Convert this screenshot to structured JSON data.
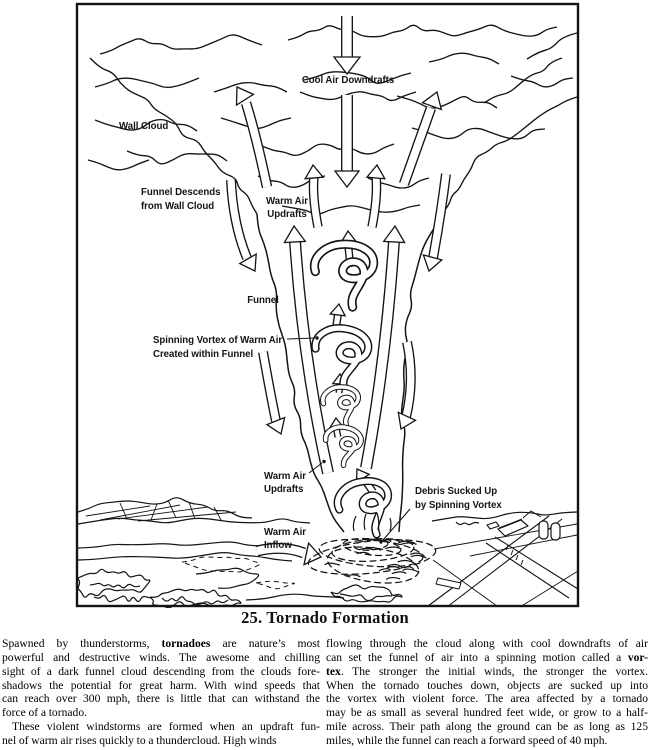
{
  "figure": {
    "caption": "25. Tornado Formation",
    "labels": {
      "cool_air_downdrafts": "Cool Air Downdrafts",
      "wall_cloud": "Wall Cloud",
      "funnel_descends_line1": "Funnel Descends",
      "funnel_descends_line2": "from Wall Cloud",
      "warm_air_updrafts_upper_line1": "Warm Air",
      "warm_air_updrafts_upper_line2": "Updrafts",
      "funnel": "Funnel",
      "spinning_vortex_line1": "Spinning Vortex of Warm Air",
      "spinning_vortex_line2": "Created within Funnel",
      "warm_air_updrafts_lower_line1": "Warm Air",
      "warm_air_updrafts_lower_line2": "Updrafts",
      "debris_line1": "Debris Sucked Up",
      "debris_line2": "by Spinning Vortex",
      "warm_air_inflow_line1": "Warm Air",
      "warm_air_inflow_line2": "Inflow"
    },
    "colors": {
      "ink": "#141414",
      "paper": "#ffffff"
    }
  },
  "article": {
    "columns": [
      {
        "lines": [
          {
            "t": "Spawned by thunderstorms, **tornadoes** are nature’s most",
            "j": true
          },
          {
            "t": "powerful and destructive winds. The awesome and chilling",
            "j": true
          },
          {
            "t": "sight of a dark funnel cloud descending from the clouds fore-",
            "j": true
          },
          {
            "t": "shadows the potential for great harm. With wind speeds that",
            "j": true
          },
          {
            "t": "can reach over 300 mph, there is little that can withstand the",
            "j": true
          },
          {
            "t": "force of a tornado.",
            "j": false
          },
          {
            "t": "These violent windstorms are formed when an updraft fun-",
            "j": true,
            "ind": true
          },
          {
            "t": "nel of warm air rises quickly to a thundercloud. High winds",
            "j": false
          }
        ]
      },
      {
        "lines": [
          {
            "t": "flowing through the cloud along with cool downdrafts of air",
            "j": true
          },
          {
            "t": "can set the funnel of air into a spinning motion called a **vor-**",
            "j": true
          },
          {
            "t": "**tex**. The stronger the initial winds, the stronger the vortex.",
            "j": true
          },
          {
            "t": "When the tornado touches down, objects are sucked up into",
            "j": true
          },
          {
            "t": "the vortex with violent force. The area affected by a tornado",
            "j": true
          },
          {
            "t": "may be as small as several hundred feet wide, or grow to a half-",
            "j": true
          },
          {
            "t": "mile across. Their path along the ground can be as long as 125",
            "j": true
          },
          {
            "t": "miles, while the funnel can reach a forward speed of 40 mph.",
            "j": false
          }
        ]
      }
    ]
  }
}
